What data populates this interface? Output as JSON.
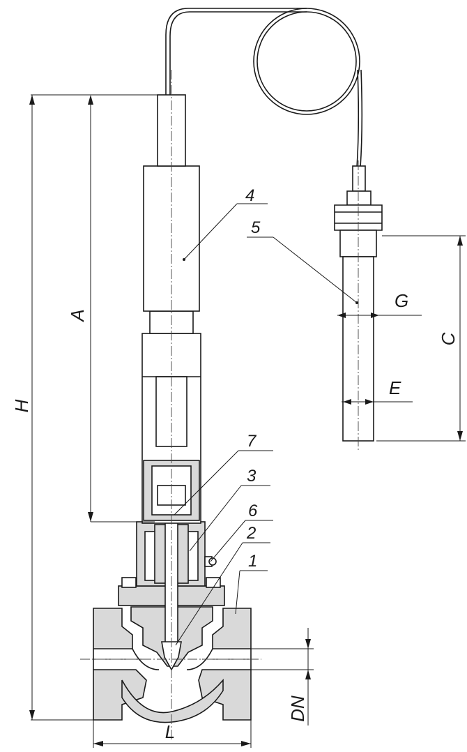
{
  "dimensions": {
    "A": "A",
    "H": "H",
    "L": "L",
    "DN": "DN",
    "C": "C",
    "G": "G",
    "E": "E"
  },
  "callouts": [
    "1",
    "2",
    "3",
    "4",
    "5",
    "6",
    "7"
  ]
}
